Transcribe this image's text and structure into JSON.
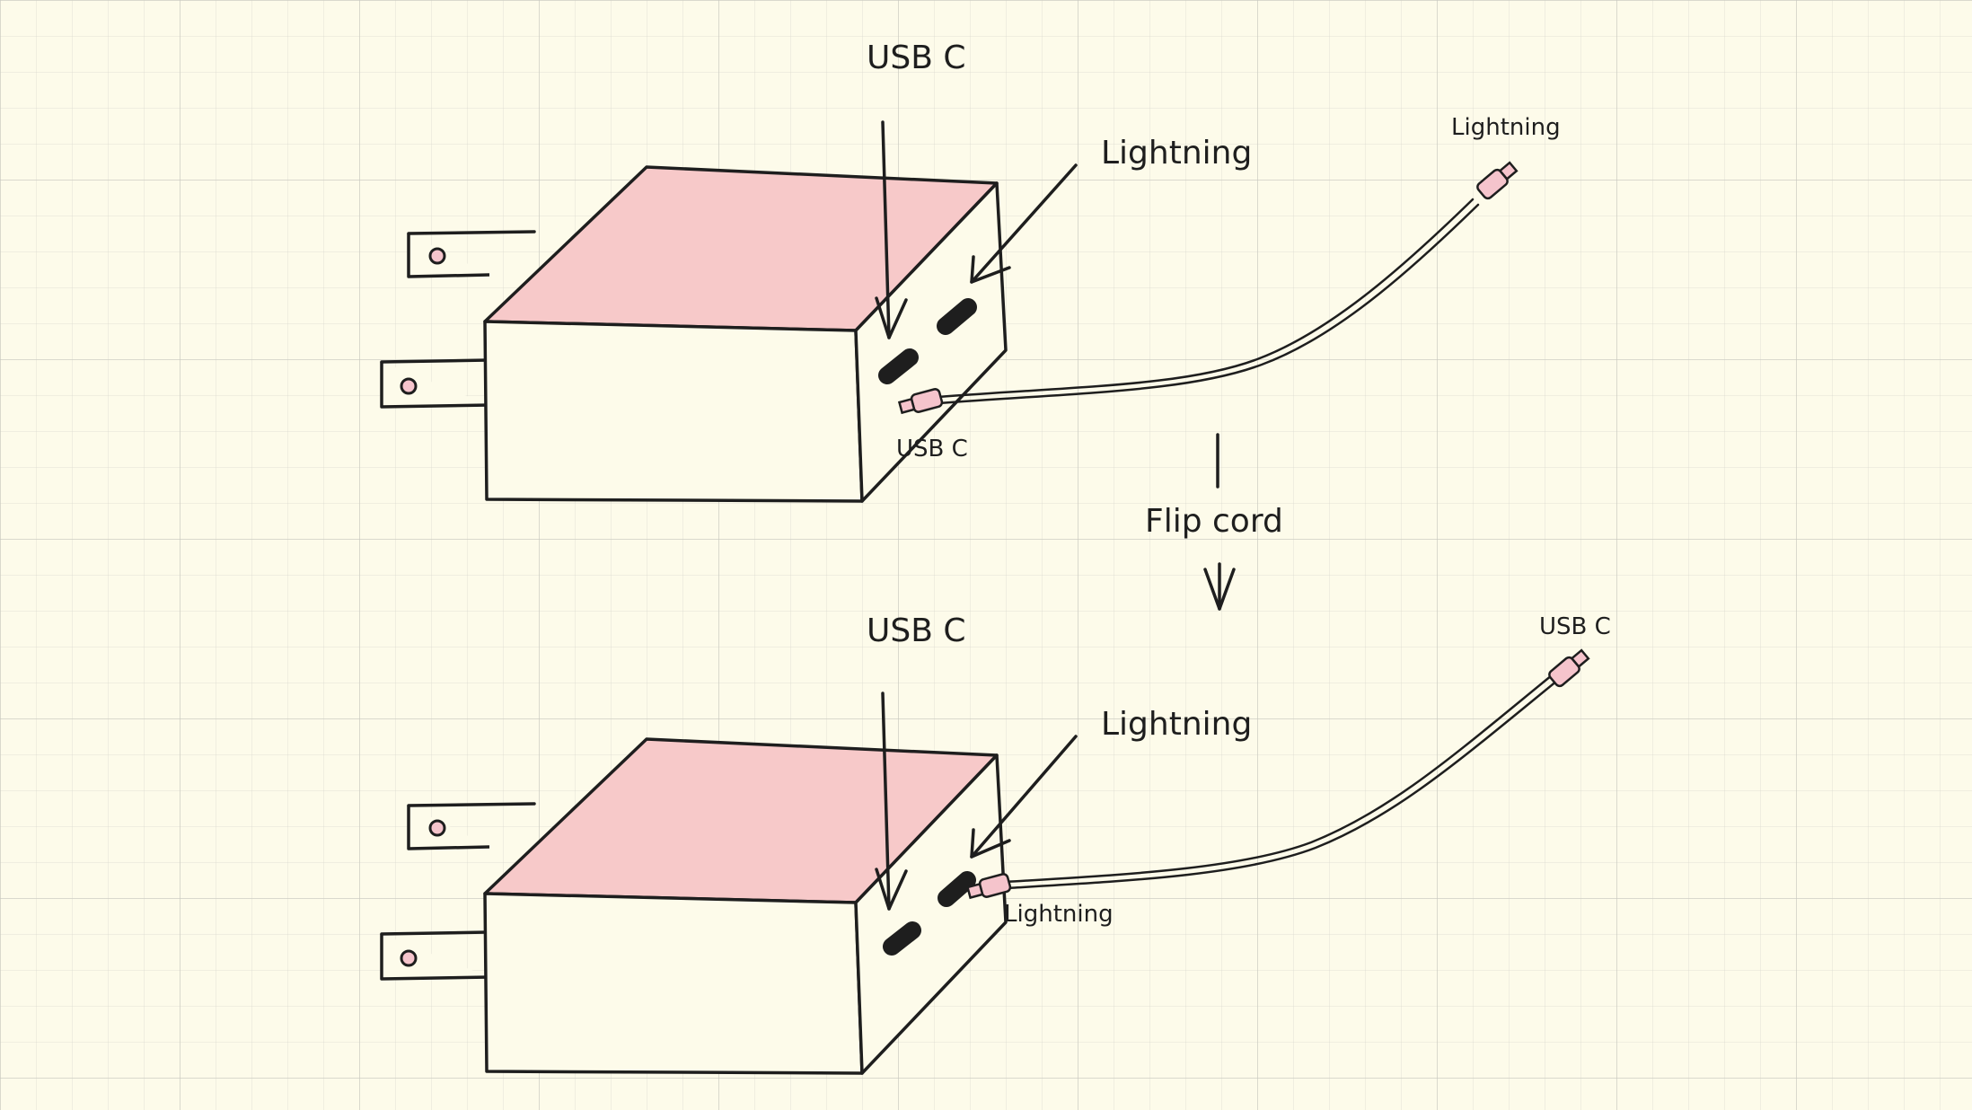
{
  "colors": {
    "background": "#fdfbea",
    "charger_top": "#f7c9c9",
    "charger_side": "#fdfbea",
    "connector": "#f5c4cc",
    "ink": "#1e1e1e"
  },
  "diagram": {
    "top": {
      "label_usb_c": "USB C",
      "label_lightning": "Lightning",
      "cable_end_label": "Lightning",
      "plugged_connector_label": "USB C"
    },
    "transition": {
      "label": "Flip cord"
    },
    "bottom": {
      "label_usb_c": "USB C",
      "label_lightning": "Lightning",
      "cable_end_label": "USB C",
      "plugged_connector_label": "Lightning"
    }
  }
}
